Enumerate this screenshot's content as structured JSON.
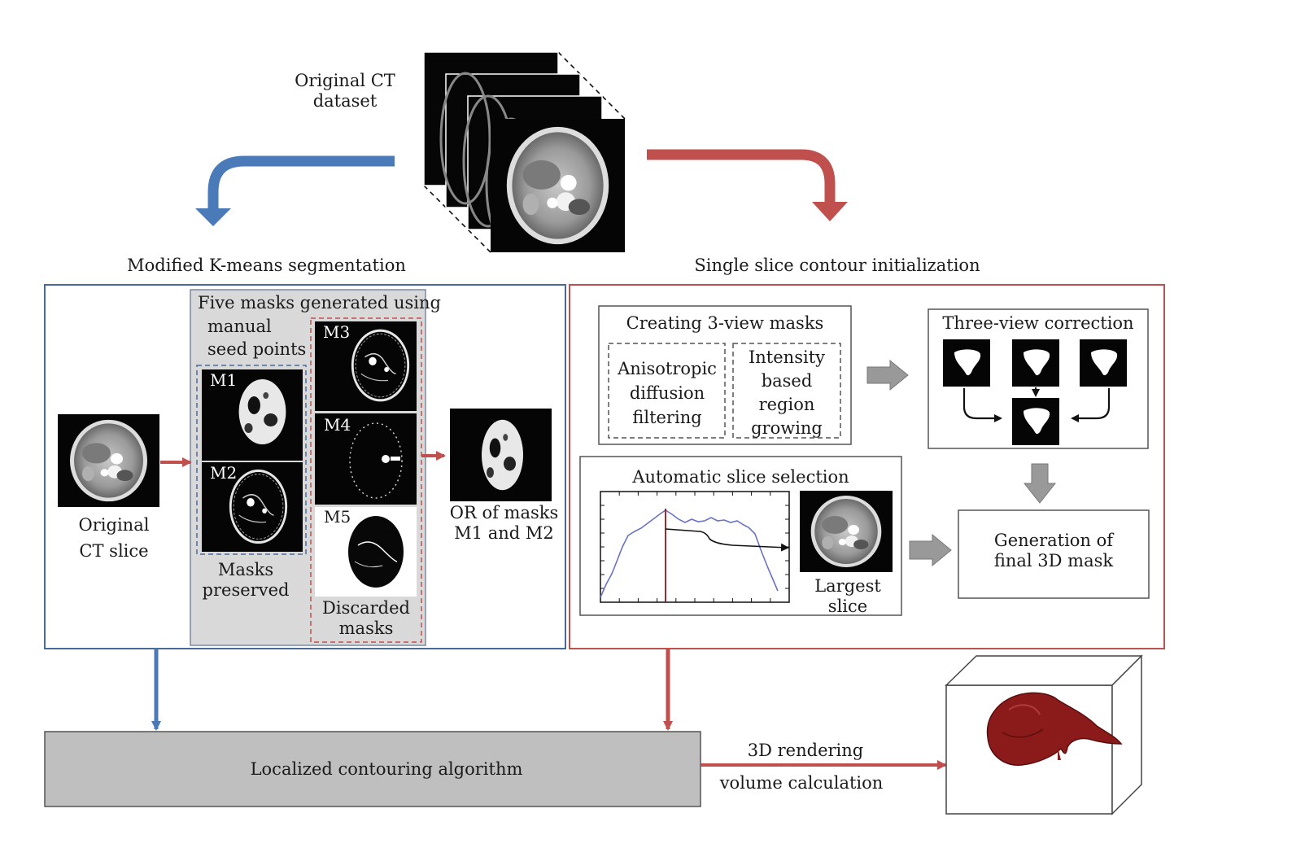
{
  "top": {
    "dataset_label_line1": "Original CT",
    "dataset_label_line2": "dataset",
    "left_branch_title": "Modified K-means segmentation",
    "right_branch_title": "Single slice contour initialization"
  },
  "kmeans": {
    "original_slice_line1": "Original",
    "original_slice_line2": "CT slice",
    "masks_box_line1": "Five masks generated using",
    "masks_box_line2": "manual",
    "masks_box_line3": "seed points",
    "mask_labels": [
      "M1",
      "M2",
      "M3",
      "M4",
      "M5"
    ],
    "preserved_line1": "Masks",
    "preserved_line2": "preserved",
    "discarded_line1": "Discarded",
    "discarded_line2": "masks",
    "or_line1": "OR of masks",
    "or_line2": "M1 and M2"
  },
  "contour": {
    "three_view_title": "Creating 3-view masks",
    "aniso_line1": "Anisotropic",
    "aniso_line2": "diffusion",
    "aniso_line3": "filtering",
    "growing_line1": "Intensity",
    "growing_line2": "based",
    "growing_line3": "region",
    "growing_line4": "growing",
    "correction_title": "Three-view correction",
    "auto_title": "Automatic slice selection",
    "largest_line1": "Largest",
    "largest_line2": "slice",
    "final_line1": "Generation of",
    "final_line2": "final 3D mask"
  },
  "bottom": {
    "algorithm_label": "Localized contouring algorithm",
    "rendering_label": "3D rendering",
    "volume_label": "volume calculation"
  },
  "colors": {
    "blue": "#4a7ab8",
    "red": "#c0504d",
    "gray_box": "#bfbfbf",
    "liver": "#8b1a1a"
  }
}
